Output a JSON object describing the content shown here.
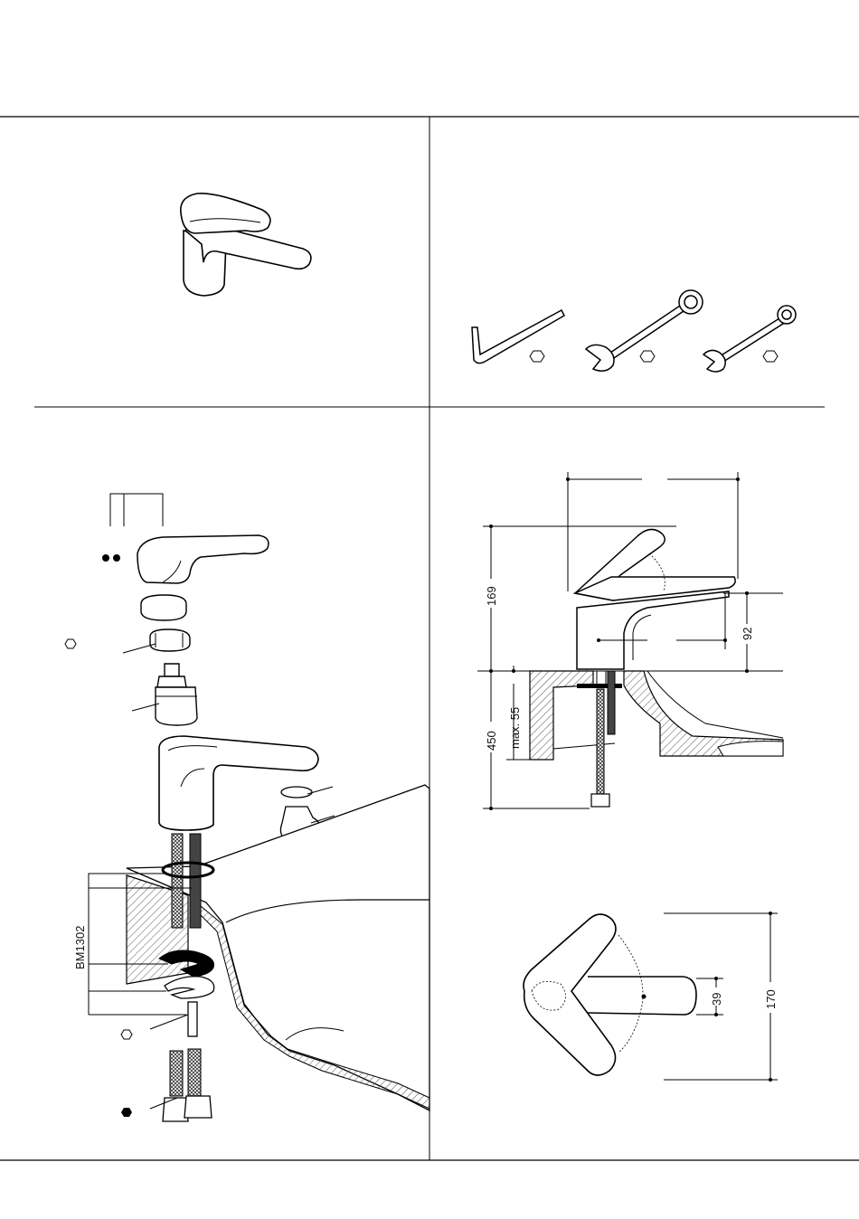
{
  "dimensions": {
    "side_width_top": "",
    "height_total": "169",
    "spout_height": "92",
    "deck_thickness": "max. 55",
    "hose_length": "450",
    "handle_depth": "39",
    "plan_width": "170"
  },
  "exploded_view": {
    "kit_number": "BM1302"
  },
  "tools": [
    {
      "name": "allen-key",
      "icon": "hexagon-outline-icon"
    },
    {
      "name": "open-end-wrench-large",
      "icon": "hexagon-outline-icon"
    },
    {
      "name": "open-end-wrench-small",
      "icon": "hexagon-outline-icon"
    }
  ],
  "colors": {
    "line": "#000000",
    "background": "#ffffff",
    "hatch": "#555555"
  }
}
